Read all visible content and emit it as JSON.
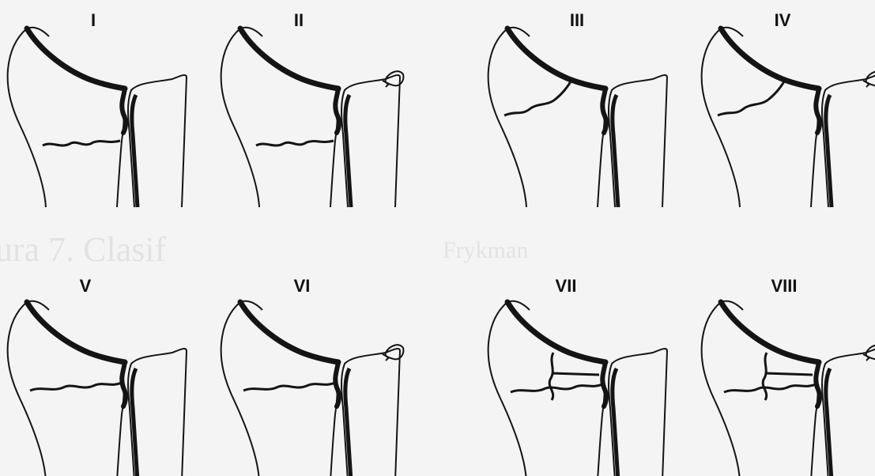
{
  "figure": {
    "background": "#f4f4f4",
    "ink": "#141414",
    "panels": [
      {
        "label": "I",
        "fracture": "extra-articular transverse radius fracture",
        "ulnar_styloid_fracture": false
      },
      {
        "label": "II",
        "fracture": "extra-articular transverse radius fracture",
        "ulnar_styloid_fracture": true
      },
      {
        "label": "III",
        "fracture": "intra-articular radiocarpal joint",
        "ulnar_styloid_fracture": false
      },
      {
        "label": "IV",
        "fracture": "intra-articular radiocarpal joint",
        "ulnar_styloid_fracture": true
      },
      {
        "label": "V",
        "fracture": "intra-articular distal radioulnar joint",
        "ulnar_styloid_fracture": false
      },
      {
        "label": "VI",
        "fracture": "intra-articular distal radioulnar joint",
        "ulnar_styloid_fracture": true
      },
      {
        "label": "VII",
        "fracture": "intra-articular radiocarpal and distal radioulnar joints",
        "ulnar_styloid_fracture": false
      },
      {
        "label": "VIII",
        "fracture": "intra-articular radiocarpal and distal radioulnar joints",
        "ulnar_styloid_fracture": true
      }
    ]
  },
  "bleed_through": {
    "caption_fragment_left": "ura 7. Clasif",
    "caption_fragment_right": "Frykman"
  }
}
